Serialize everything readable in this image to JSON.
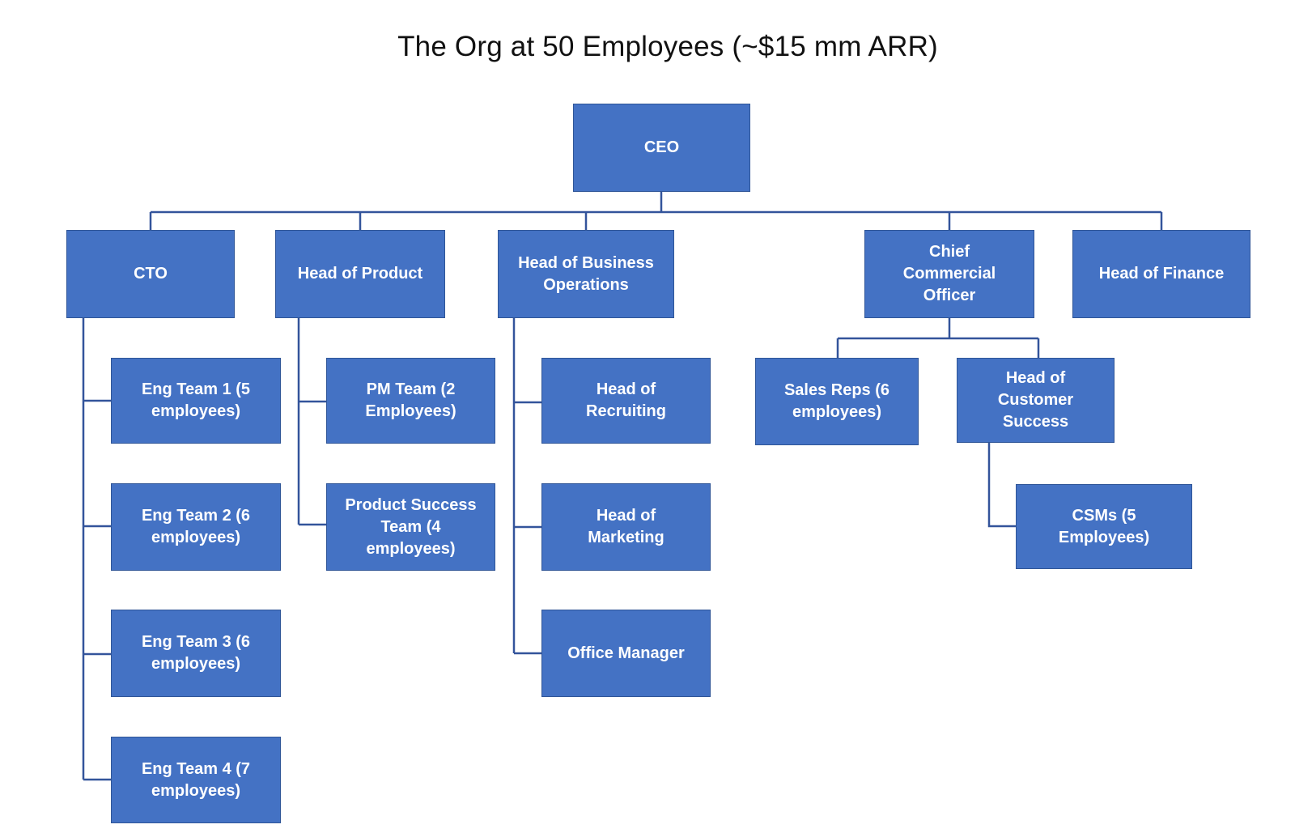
{
  "title": "The Org at 50 Employees (~$15 mm ARR)",
  "colors": {
    "box_fill": "#4472C4",
    "box_border": "#2F5597",
    "connector": "#33549B",
    "box_text": "#FFFFFF",
    "title_text": "#111111",
    "background": "#FFFFFF"
  },
  "nodes": {
    "ceo": "CEO",
    "cto": "CTO",
    "head_of_product": "Head of Product",
    "head_of_bizops": "Head of Business Operations",
    "cco": "Chief Commercial Officer",
    "head_of_finance": "Head of Finance",
    "eng_team_1": "Eng Team 1 (5 employees)",
    "eng_team_2": "Eng Team 2 (6 employees)",
    "eng_team_3": "Eng Team 3 (6 employees)",
    "eng_team_4": "Eng Team 4 (7 employees)",
    "pm_team": "PM Team (2 Employees)",
    "product_success": "Product Success Team (4 employees)",
    "head_of_recruiting": "Head of Recruiting",
    "head_of_marketing": "Head of Marketing",
    "office_manager": "Office Manager",
    "sales_reps": "Sales Reps (6 employees)",
    "head_of_cs": "Head of Customer Success",
    "csms": "CSMs (5 Employees)"
  },
  "hierarchy": {
    "root": "ceo",
    "reports": {
      "ceo": [
        "cto",
        "head_of_product",
        "head_of_bizops",
        "cco",
        "head_of_finance"
      ],
      "cto": [
        "eng_team_1",
        "eng_team_2",
        "eng_team_3",
        "eng_team_4"
      ],
      "head_of_product": [
        "pm_team",
        "product_success"
      ],
      "head_of_bizops": [
        "head_of_recruiting",
        "head_of_marketing",
        "office_manager"
      ],
      "cco": [
        "sales_reps",
        "head_of_cs"
      ],
      "head_of_cs": [
        "csms"
      ]
    }
  }
}
